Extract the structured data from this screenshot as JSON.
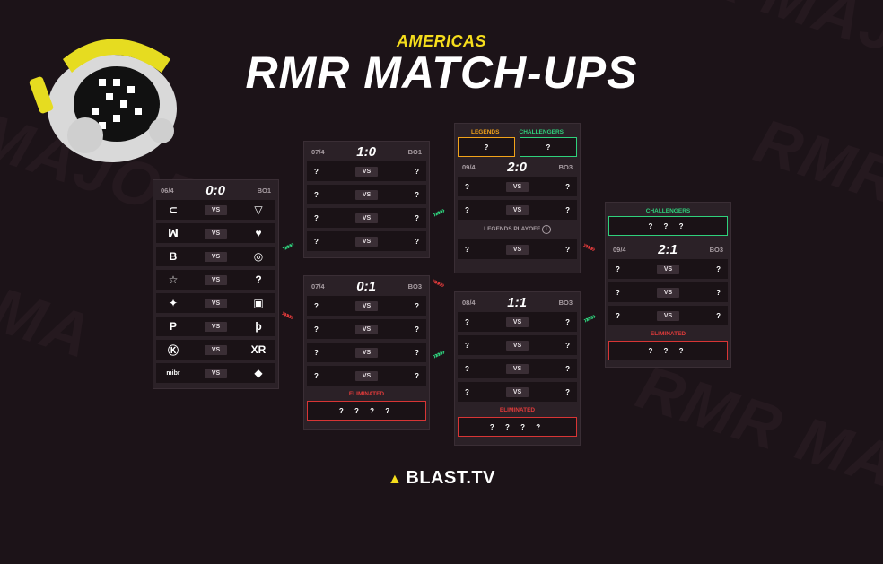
{
  "header": {
    "subtitle": "AMERICAS",
    "title": "RMR MATCH-UPS"
  },
  "background_words": [
    "RMR",
    "RMR MAJOR R",
    "MAJOR R",
    "MA",
    "RMR MAJOR RMR"
  ],
  "round0": {
    "date": "06/4",
    "score": "0:0",
    "format": "BO1",
    "matches": [
      {
        "a": "furia-logo",
        "b": "heroic-logo"
      },
      {
        "a": "liquid-logo",
        "b": "heartbreak-logo"
      },
      {
        "a": "boss-logo",
        "b": "round-logo"
      },
      {
        "a": "star-logo",
        "b": "?"
      },
      {
        "a": "hydra-logo",
        "b": "box-logo"
      },
      {
        "a": "pain-logo",
        "b": "p-logo"
      },
      {
        "a": "k-logo",
        "b": "XR"
      },
      {
        "a": "mibr",
        "b": "flamengo-logo"
      }
    ]
  },
  "round1_win": {
    "date": "07/4",
    "score": "1:0",
    "format": "BO1",
    "matches": [
      [
        "?",
        "?"
      ],
      [
        "?",
        "?"
      ],
      [
        "?",
        "?"
      ],
      [
        "?",
        "?"
      ]
    ]
  },
  "round1_loss": {
    "date": "07/4",
    "score": "0:1",
    "format": "BO3",
    "matches": [
      [
        "?",
        "?"
      ],
      [
        "?",
        "?"
      ],
      [
        "?",
        "?"
      ],
      [
        "?",
        "?"
      ]
    ],
    "elim_label": "ELIMINATED",
    "elim_value": "? ? ? ?"
  },
  "round2_top": {
    "legends_label": "LEGENDS",
    "challengers_label": "CHALLENGERS",
    "legends_value": "?",
    "challengers_value": "?",
    "date": "09/4",
    "score": "2:0",
    "format": "BO3",
    "matches": [
      [
        "?",
        "?"
      ],
      [
        "?",
        "?"
      ]
    ],
    "playoff_label": "LEGENDS PLAYOFF",
    "playoff_match": [
      "?",
      "?"
    ]
  },
  "round2_mid": {
    "date": "08/4",
    "score": "1:1",
    "format": "BO3",
    "matches": [
      [
        "?",
        "?"
      ],
      [
        "?",
        "?"
      ],
      [
        "?",
        "?"
      ],
      [
        "?",
        "?"
      ]
    ],
    "elim_label": "ELIMINATED",
    "elim_value": "? ? ? ?"
  },
  "round3": {
    "challengers_label": "CHALLENGERS",
    "challengers_value": "? ? ?",
    "date": "09/4",
    "score": "2:1",
    "format": "BO3",
    "matches": [
      [
        "?",
        "?"
      ],
      [
        "?",
        "?"
      ],
      [
        "?",
        "?"
      ]
    ],
    "elim_label": "ELIMINATED",
    "elim_value": "? ? ?"
  },
  "vs_label": "VS",
  "brand": {
    "name": "BLAST.TV"
  },
  "colors": {
    "accent_yellow": "#f5dd1c",
    "legends_orange": "#f2a31a",
    "challengers_green": "#2fd17c",
    "eliminated_red": "#e23b3b"
  }
}
